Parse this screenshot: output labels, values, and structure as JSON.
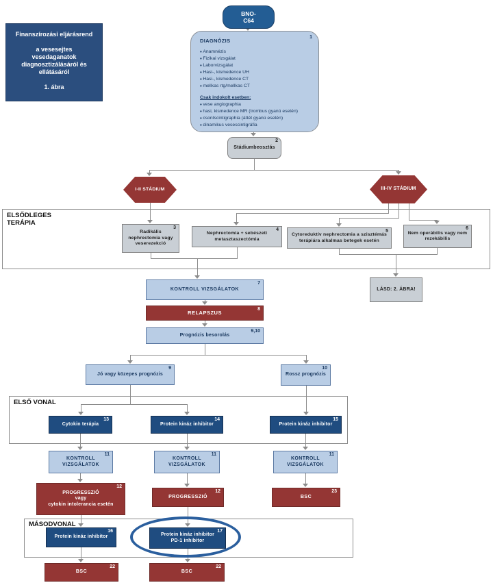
{
  "colors": {
    "navy_box": "#1f4c80",
    "dark_red_box": "#943634",
    "light_blue_box": "#b9cde5",
    "grey_box": "#c9cfd5",
    "title_box": "#2b4e7e",
    "start_box": "#235d94",
    "connector": "#8c8c8c",
    "highlight_ellipse": "#2b5f9e"
  },
  "info_box": {
    "line1": "Finanszírozási eljárásrend",
    "line2": "a vesesejtes vesedaganatok diagnosztizálásáról és ellátásáról",
    "line3": "1. ábra"
  },
  "start": {
    "lines": [
      "BNO-",
      "C64"
    ]
  },
  "diagnosis": {
    "number": "1",
    "heading": "DIAGNÓZIS",
    "bullets": [
      "Anamnézis",
      "Fizikai vizsgálat",
      "Laborvizsgálat",
      "Hasi-, kismedence UH",
      "Hasi-, kismedence CT",
      "mellkas rtg/mellkas CT"
    ],
    "sub_heading": "Csak indokolt esetben:",
    "sub_bullets": [
      "vese angiographia",
      "hasi, kismedence MR (trombus gyanú esetén)",
      "csontscintigraphia (áttét gyanú esetén)",
      "dinamikus vesescintigráfia"
    ]
  },
  "staging": {
    "number": "2",
    "label": "Stádiumbeosztás"
  },
  "stage_1_2": {
    "label": "I-II STÁDIUM"
  },
  "stage_3_4": {
    "label": "III-IV STÁDIUM"
  },
  "sections": {
    "primary_therapy": "ELSŐDLEGES TERÁPIA",
    "first_line": "ELSŐ VONAL",
    "second_line": "MÁSODVONAL"
  },
  "primary_boxes": [
    {
      "number": "3",
      "label": "Radikális nephrectomia vagy veserezekció"
    },
    {
      "number": "4",
      "label": "Nephrectomia + sebészeti metasztaszectómia"
    },
    {
      "number": "5",
      "label": "Cytoreduktív nephrectomia a szisztémás terápiára alkalmas betegek esetén"
    },
    {
      "number": "6",
      "label": "Nem operábilis vagy nem rezekábilis"
    }
  ],
  "kontroll7": {
    "number": "7",
    "label": "KONTROLL VIZSGÁLATOK"
  },
  "lasd": {
    "label": "LÁSD: 2. ÁBRA!"
  },
  "relapszus": {
    "number": "8",
    "label": "RELAPSZUS"
  },
  "prognozis": {
    "number": "9,10",
    "label": "Prognózis besorolás"
  },
  "prog_good": {
    "number": "9",
    "label": "Jó vagy közepes prognózis"
  },
  "prog_bad": {
    "number": "10",
    "label": "Rossz prognózis"
  },
  "first_line_boxes": [
    {
      "number": "13",
      "label": "Cytokin terápia"
    },
    {
      "number": "14",
      "label": "Protein kináz inhibitor"
    },
    {
      "number": "15",
      "label": "Protein kináz inhibitor"
    }
  ],
  "kontroll11": {
    "number": "11",
    "label": "KONTROLL VIZSGÁLATOK"
  },
  "outcome_boxes": [
    {
      "number": "12",
      "lines": [
        "PROGRESSZIÓ",
        "vagy",
        "cytokin intolerancia esetén"
      ]
    },
    {
      "number": "12",
      "label": "PROGRESSZIÓ"
    },
    {
      "number": "23",
      "label": "BSC"
    }
  ],
  "second_line_boxes": [
    {
      "number": "16",
      "label": "Protein kináz inhibitor"
    },
    {
      "number": "17",
      "lines": [
        "Protein kináz inhibitor",
        "PD-1 inhibitor"
      ]
    }
  ],
  "bsc_boxes": [
    {
      "number": "22",
      "label": "BSC"
    },
    {
      "number": "22",
      "label": "BSC"
    }
  ]
}
